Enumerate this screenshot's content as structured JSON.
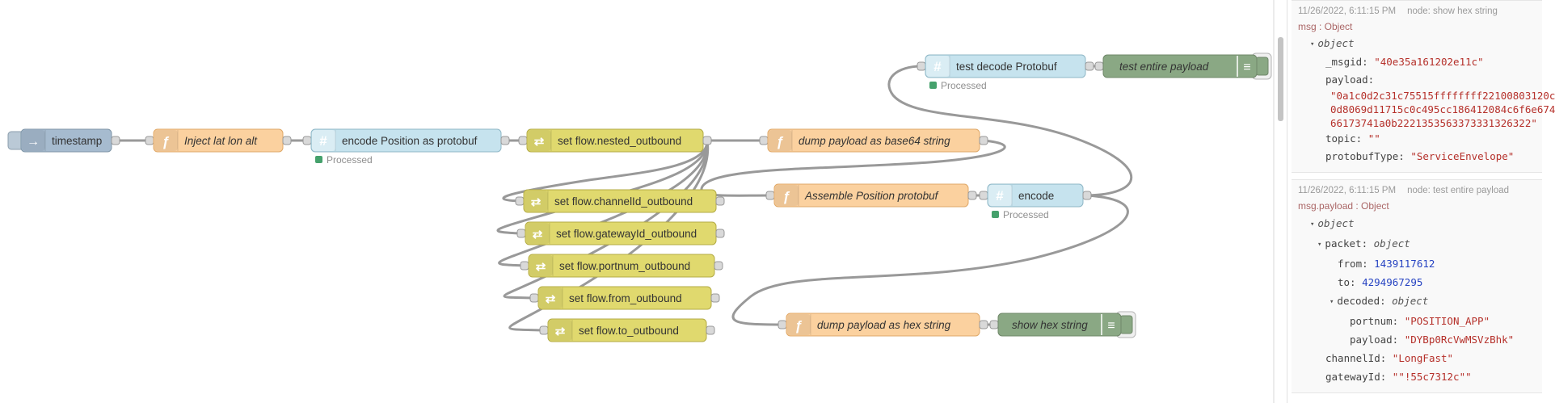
{
  "flow": {
    "icons": {
      "inject": "→",
      "function": "ƒ",
      "protobuf": "#",
      "change": "⇄",
      "debug": "≡",
      "collapse_triangle": "▾"
    },
    "nodes": {
      "timestamp": {
        "label": "timestamp"
      },
      "inject_latlon": {
        "label": "Inject lat lon alt"
      },
      "encode_position": {
        "label": "encode Position as protobuf",
        "status": "Processed"
      },
      "nested": {
        "label": "set flow.nested_outbound"
      },
      "base64": {
        "label": "dump payload as base64 string"
      },
      "channelid": {
        "label": "set flow.channelId_outbound"
      },
      "gatewayid": {
        "label": "set flow.gatewayId_outbound"
      },
      "portnum": {
        "label": "set flow.portnum_outbound"
      },
      "from": {
        "label": "set flow.from_outbound"
      },
      "to": {
        "label": "set flow.to_outbound"
      },
      "assemble": {
        "label": "Assemble Position protobuf"
      },
      "encode": {
        "label": "encode",
        "status": "Processed"
      },
      "test_decode": {
        "label": "test decode Protobuf",
        "status": "Processed"
      },
      "test_entire": {
        "label": "test entire payload"
      },
      "hexdump": {
        "label": "dump payload as hex string"
      },
      "show_hex": {
        "label": "show hex string"
      }
    },
    "colors": {
      "inject_fill": "#a6bbcf",
      "function_fill": "#fbd19f",
      "protobuf_fill": "#c6e3ee",
      "change_fill": "#e0d96e",
      "debug_fill": "#8aa884",
      "status_green": "#45a16c",
      "wire": "#999999"
    }
  },
  "sidebar": {
    "m1": {
      "ts": "11/26/2022, 6:11:15 PM",
      "node": "node: show hex string",
      "path": "msg : Object",
      "obj": "object",
      "msgid_k": "_msgid: ",
      "msgid_v": "\"40e35a161202e11c\"",
      "payload_k": "payload:",
      "hex1": "\"0a1c0d2c31c75515ffffffff22100803120c",
      "hex2": "0d8069d11715c0c495cc186412084c6f6e674",
      "hex3": "66173741a0b2221353563373331326322\"",
      "topic_k": "topic: ",
      "topic_v": "\"\"",
      "pbt_k": "protobufType: ",
      "pbt_v": "\"ServiceEnvelope\""
    },
    "m2": {
      "ts": "11/26/2022, 6:11:15 PM",
      "node": "node: test entire payload",
      "path": "msg.payload : Object",
      "obj": "object",
      "packet_k": "packet: ",
      "packet_obj": "object",
      "from_k": "from: ",
      "from_v": "1439117612",
      "to_k": "to: ",
      "to_v": "4294967295",
      "decoded_k": "decoded: ",
      "decoded_obj": "object",
      "portnum_k": "portnum: ",
      "portnum_v": "\"POSITION_APP\"",
      "payload_k": "payload: ",
      "payload_v": "\"DYBp0RcVwMSVzBhk\"",
      "channel_k": "channelId: ",
      "channel_v": "\"LongFast\"",
      "gateway_k": "gatewayId: ",
      "gateway_v": "\"\"!55c7312c\"\""
    }
  }
}
